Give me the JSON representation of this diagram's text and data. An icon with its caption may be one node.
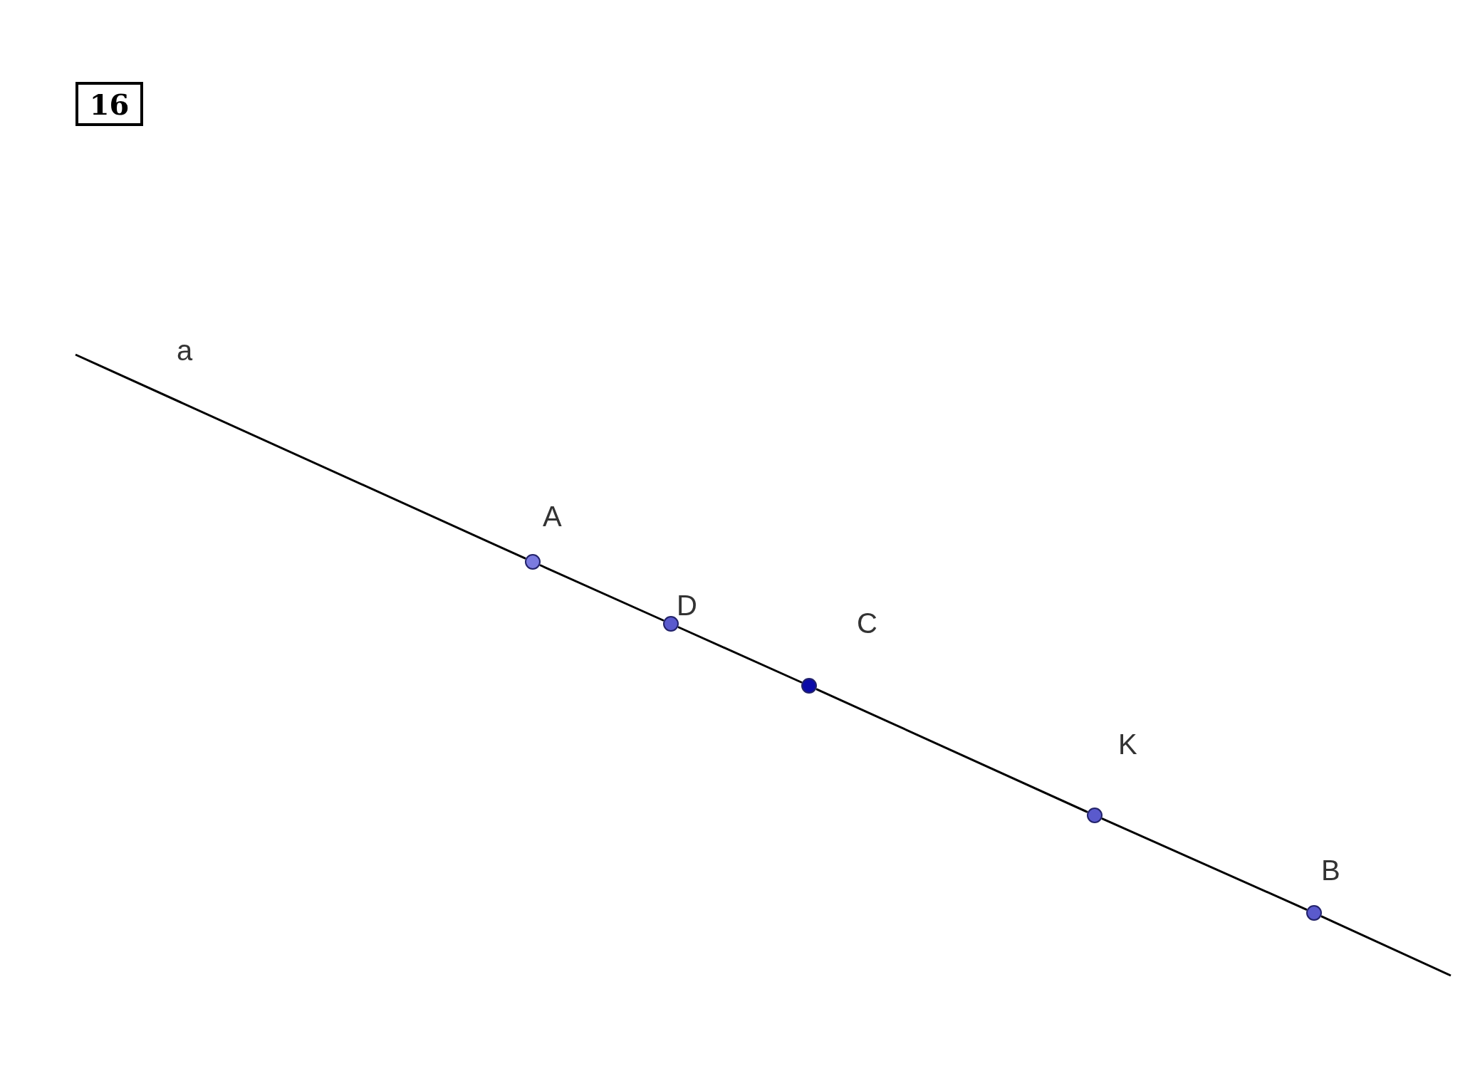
{
  "diagram": {
    "nodes": [
      {
        "text": [
          "16"
        ]
      },
      {
        "text": [],
        "shape": "circle",
        "beside": [
          "A"
        ]
      },
      {
        "text": [],
        "shape": "circle",
        "beside": [
          "D"
        ]
      },
      {
        "text": [],
        "shape": "circle",
        "beside": [
          "C"
        ]
      },
      {
        "text": [],
        "shape": "circle",
        "beside": [
          "K"
        ]
      },
      {
        "text": [],
        "shape": "circle",
        "beside": [
          "B"
        ]
      }
    ],
    "edges": [
      {
        "from": null,
        "to": 1,
        "arrow": "none"
      },
      {
        "from": 1,
        "to": 2,
        "arrow": "none"
      },
      {
        "from": 2,
        "to": 3,
        "arrow": "none"
      },
      {
        "from": 3,
        "to": 4,
        "arrow": "none"
      },
      {
        "from": 4,
        "to": 5,
        "arrow": "none"
      },
      {
        "from": 5,
        "to": null,
        "arrow": "none"
      }
    ],
    "labels": [
      "a"
    ]
  }
}
